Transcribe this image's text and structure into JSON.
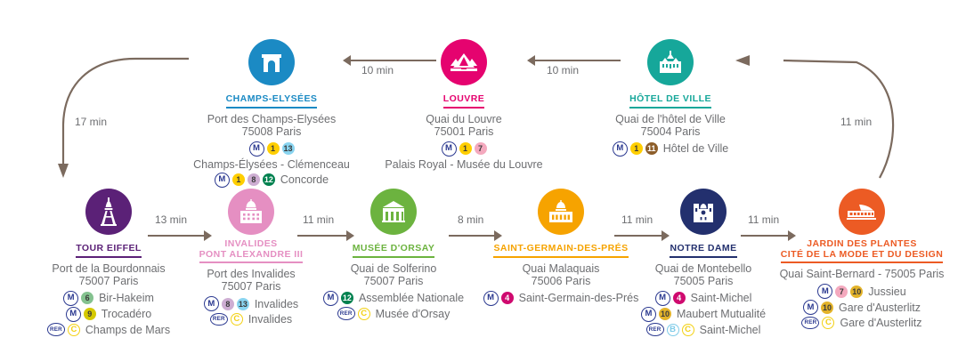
{
  "palette": {
    "brown_arrow": "#7b6a5e",
    "text_gray": "#6d6e71",
    "metro_blue": "#2b3990"
  },
  "curved_connections": [
    {
      "name": "champs-elysees-to-tour-eiffel",
      "duration": "17 min"
    },
    {
      "name": "jardin-des-plantes-to-hotel-de-ville",
      "duration": "11 min"
    }
  ],
  "top_arrows": [
    {
      "name": "louvre-to-champs-elysees",
      "duration": "10 min",
      "direction": "left"
    },
    {
      "name": "hotel-de-ville-to-louvre",
      "duration": "10 min",
      "direction": "left"
    }
  ],
  "bottom_arrows": [
    {
      "name": "tour-eiffel-to-invalides",
      "duration": "13 min",
      "direction": "right"
    },
    {
      "name": "invalides-to-musee-dorsay",
      "duration": "11 min",
      "direction": "right"
    },
    {
      "name": "musee-dorsay-to-saint-germain",
      "duration": "8 min",
      "direction": "right"
    },
    {
      "name": "saint-germain-to-notre-dame",
      "duration": "11 min",
      "direction": "right"
    },
    {
      "name": "notre-dame-to-jardin-des-plantes",
      "duration": "11 min",
      "direction": "right"
    }
  ],
  "stations": [
    {
      "id": "champs-elysees",
      "icon": "arc-de-triomphe-icon",
      "name": "CHAMPS-ELYSÉES",
      "color": "#1b8ac4",
      "address": [
        "Port des Champs-Elysées",
        "75008 Paris"
      ],
      "lines": [
        {
          "mode": "M",
          "bullets": [
            {
              "n": "1",
              "bg": "#ffce00",
              "fg": "#3a3a3a"
            },
            {
              "n": "13",
              "bg": "#89d4f0",
              "fg": "#3a3a3a"
            }
          ],
          "label": ""
        },
        {
          "mode": "text",
          "label": "Champs-Élysées - Clémenceau"
        },
        {
          "mode": "M",
          "bullets": [
            {
              "n": "1",
              "bg": "#ffce00",
              "fg": "#3a3a3a"
            },
            {
              "n": "8",
              "bg": "#cdadd2",
              "fg": "#3a3a3a"
            },
            {
              "n": "12",
              "bg": "#00814f",
              "fg": "#ffffff"
            }
          ],
          "label": "Concorde"
        }
      ]
    },
    {
      "id": "louvre",
      "icon": "louvre-pyramid-icon",
      "name": "LOUVRE",
      "color": "#e5036f",
      "address": [
        "Quai du Louvre",
        "75001 Paris"
      ],
      "lines": [
        {
          "mode": "M",
          "bullets": [
            {
              "n": "1",
              "bg": "#ffce00",
              "fg": "#3a3a3a"
            },
            {
              "n": "7",
              "bg": "#f4a9be",
              "fg": "#3a3a3a"
            }
          ],
          "label": ""
        },
        {
          "mode": "text",
          "label": "Palais Royal - Musée du Louvre"
        }
      ]
    },
    {
      "id": "hotel-de-ville",
      "icon": "hotel-de-ville-icon",
      "name": "HÔTEL DE VILLE",
      "color": "#16a79a",
      "address": [
        "Quai de l'hôtel de Ville",
        "75004 Paris"
      ],
      "lines": [
        {
          "mode": "M",
          "bullets": [
            {
              "n": "1",
              "bg": "#ffce00",
              "fg": "#3a3a3a"
            },
            {
              "n": "11",
              "bg": "#8d5e2a",
              "fg": "#ffffff"
            }
          ],
          "label": "Hôtel de Ville"
        }
      ]
    },
    {
      "id": "tour-eiffel",
      "icon": "eiffel-tower-icon",
      "name": "TOUR EIFFEL",
      "color": "#5b2177",
      "address": [
        "Port de la Bourdonnais",
        "75007 Paris"
      ],
      "lines": [
        {
          "mode": "M",
          "bullets": [
            {
              "n": "6",
              "bg": "#84c28f",
              "fg": "#3a3a3a"
            }
          ],
          "label": "Bir-Hakeim"
        },
        {
          "mode": "M",
          "bullets": [
            {
              "n": "9",
              "bg": "#d5c900",
              "fg": "#3a3a3a"
            }
          ],
          "label": "Trocadéro"
        },
        {
          "mode": "RER",
          "outlined": [
            {
              "n": "C",
              "color": "#f3d114"
            }
          ],
          "label": "Champs de Mars"
        }
      ]
    },
    {
      "id": "invalides",
      "icon": "invalides-dome-icon",
      "name": "INVALIDES\nPONT ALEXANDRE III",
      "color": "#e58fc2",
      "address": [
        "Port des Invalides",
        "75007 Paris"
      ],
      "lines": [
        {
          "mode": "M",
          "bullets": [
            {
              "n": "8",
              "bg": "#cdadd2",
              "fg": "#3a3a3a"
            },
            {
              "n": "13",
              "bg": "#89d4f0",
              "fg": "#3a3a3a"
            }
          ],
          "label": "Invalides"
        },
        {
          "mode": "RER",
          "outlined": [
            {
              "n": "C",
              "color": "#f3d114"
            }
          ],
          "label": "Invalides"
        }
      ]
    },
    {
      "id": "musee-dorsay",
      "icon": "musee-dorsay-icon",
      "name": "MUSÉE D'ORSAY",
      "color": "#6cb33f",
      "address": [
        "Quai de Solferino",
        "75007 Paris"
      ],
      "lines": [
        {
          "mode": "M",
          "bullets": [
            {
              "n": "12",
              "bg": "#00814f",
              "fg": "#ffffff"
            }
          ],
          "label": "Assemblée Nationale"
        },
        {
          "mode": "RER",
          "outlined": [
            {
              "n": "C",
              "color": "#f3d114"
            }
          ],
          "label": "Musée d'Orsay"
        }
      ]
    },
    {
      "id": "saint-germain-des-pres",
      "icon": "saint-germain-church-icon",
      "name": "SAINT-GERMAIN-DES-PRÉS",
      "color": "#f6a300",
      "address": [
        "Quai Malaquais",
        "75006 Paris"
      ],
      "lines": [
        {
          "mode": "M",
          "bullets": [
            {
              "n": "4",
              "bg": "#cf0a6f",
              "fg": "#ffffff"
            }
          ],
          "label": "Saint-Germain-des-Prés"
        }
      ]
    },
    {
      "id": "notre-dame",
      "icon": "notre-dame-icon",
      "name": "NOTRE DAME",
      "color": "#23306e",
      "address": [
        "Quai de Montebello",
        "75005 Paris"
      ],
      "lines": [
        {
          "mode": "M",
          "bullets": [
            {
              "n": "4",
              "bg": "#cf0a6f",
              "fg": "#ffffff"
            }
          ],
          "label": "Saint-Michel"
        },
        {
          "mode": "M",
          "bullets": [
            {
              "n": "10",
              "bg": "#e3b32a",
              "fg": "#3a3a3a"
            }
          ],
          "label": "Maubert Mutualité"
        },
        {
          "mode": "RER",
          "outlined": [
            {
              "n": "B",
              "color": "#7ecbe8"
            },
            {
              "n": "C",
              "color": "#f3d114"
            }
          ],
          "label": "Saint-Michel"
        }
      ]
    },
    {
      "id": "jardin-des-plantes",
      "icon": "cite-de-la-mode-icon",
      "name": "JARDIN DES PLANTES\nCITÉ DE LA MODE ET DU DESIGN",
      "color": "#ec5b24",
      "address": [
        "Quai Saint-Bernard - 75005 Paris"
      ],
      "lines": [
        {
          "mode": "M",
          "bullets": [
            {
              "n": "7",
              "bg": "#f4a9be",
              "fg": "#3a3a3a"
            },
            {
              "n": "10",
              "bg": "#e3b32a",
              "fg": "#3a3a3a"
            }
          ],
          "label": "Jussieu"
        },
        {
          "mode": "M",
          "bullets": [
            {
              "n": "10",
              "bg": "#e3b32a",
              "fg": "#3a3a3a"
            }
          ],
          "label": "Gare d'Austerlitz"
        },
        {
          "mode": "RER",
          "outlined": [
            {
              "n": "C",
              "color": "#f3d114"
            }
          ],
          "label": "Gare d'Austerlitz"
        }
      ]
    }
  ]
}
